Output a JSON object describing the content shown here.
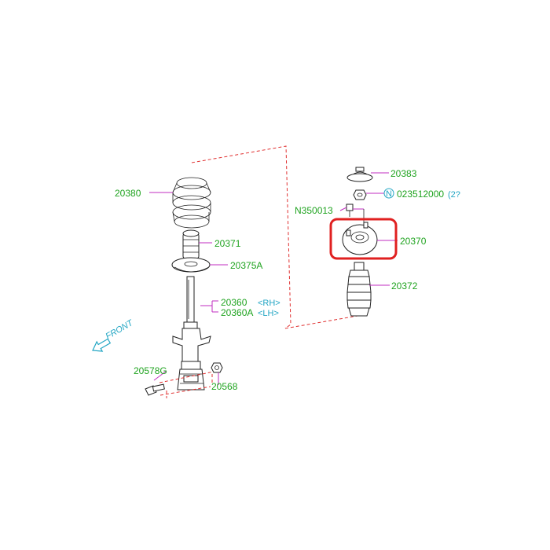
{
  "labels": {
    "coil_spring": "20380",
    "bump_stop": "20371",
    "spring_seat": "20375A",
    "strut_rh": "20360",
    "strut_rh_side": "<RH>",
    "strut_lh": "20360A",
    "strut_lh_side": "<LH>",
    "bolt": "20578G",
    "nut": "20568",
    "cap": "20383",
    "flange_nut_code": "023512000",
    "flange_nut_suffix": "(2?",
    "n_marker": "N",
    "mount_nut": "N350013",
    "strut_mount": "20370",
    "dust_boot": "20372",
    "front": "FRONT"
  },
  "colors": {
    "part_number": "#1fa31f",
    "leader_line": "#c22ec2",
    "dashed_link": "#e03030",
    "highlight_box": "#e02020",
    "side_tag": "#23a6c4"
  },
  "highlight": {
    "target": "strut_mount"
  }
}
